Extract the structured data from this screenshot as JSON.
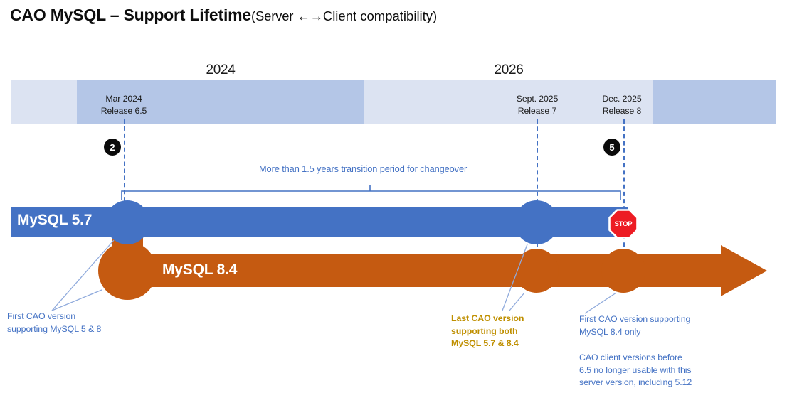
{
  "title": {
    "main": "CAO MySQL – Support Lifetime",
    "sub_open": "(Server ",
    "arrows": "←→",
    "sub_close": "Client compatibility)"
  },
  "years": [
    {
      "label": "2024"
    },
    {
      "label": "2026"
    }
  ],
  "releases": [
    {
      "date": "Mar 2024",
      "release": "Release 6.5"
    },
    {
      "date": "Sept. 2025",
      "release": "Release 7"
    },
    {
      "date": "Dec. 2025",
      "release": "Release 8"
    }
  ],
  "badges": [
    {
      "number": "2"
    },
    {
      "number": "5"
    }
  ],
  "bracket": {
    "caption": "More than 1.5 years transition period for changeover"
  },
  "bars": [
    {
      "name": "mysql-5-7",
      "label": "MySQL 5.7",
      "color": "#4472C4"
    },
    {
      "name": "mysql-8-4",
      "label": "MySQL 8.4",
      "color": "#C55A11"
    }
  ],
  "stop_sign": {
    "label": "STOP",
    "fill": "#ED1C24",
    "stroke": "#FFFFFF"
  },
  "annotations": {
    "left": {
      "line1": "First CAO version",
      "line2": "supporting  MySQL 5 & 8"
    },
    "middle": {
      "line1": "Last CAO version",
      "line2": "supporting both",
      "line3": "MySQL 5.7 & 8.4"
    },
    "right_top": {
      "line1": "First CAO version supporting",
      "line2": "MySQL 8.4 only"
    },
    "right_bottom": {
      "line1": "CAO client versions before",
      "line2": "6.5 no longer usable with this",
      "line3": "server version, including 5.12"
    }
  },
  "colors": {
    "blue": "#4472C4",
    "orange": "#C55A11",
    "band_light": "#DCE3F2",
    "band_dark": "#B4C6E7",
    "gold": "#BF8F00",
    "badge": "#0B0B0B"
  }
}
